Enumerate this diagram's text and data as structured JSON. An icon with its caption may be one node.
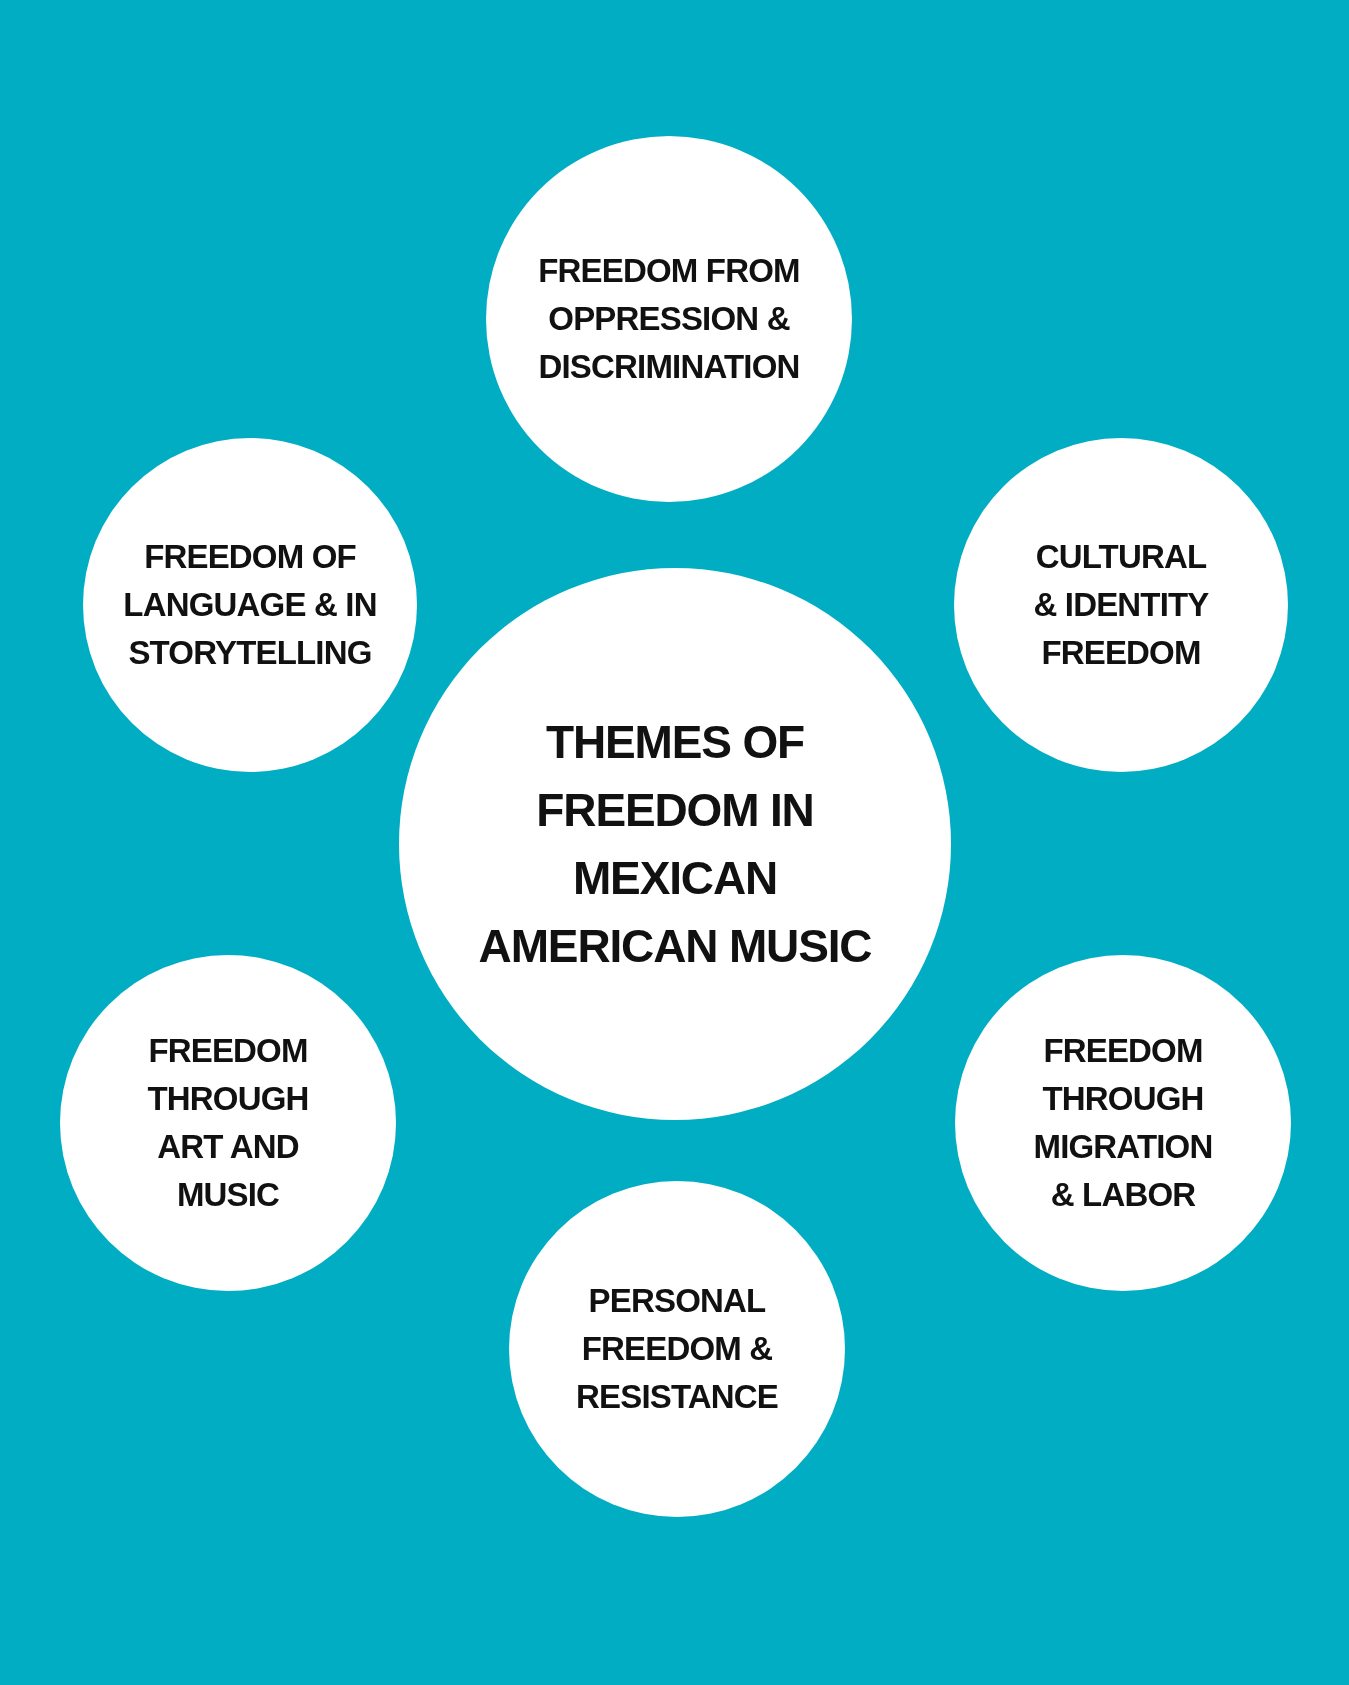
{
  "diagram": {
    "nodes": [
      {
        "text": [
          "FREEDOM FROM OPPRESSION & DISCRIMINATION"
        ]
      },
      {
        "text": [
          "FREEDOM OF LANGUAGE & IN STORYTELLING"
        ]
      },
      {
        "text": [
          "CULTURAL & IDENTITY FREEDOM"
        ]
      },
      {
        "text": [
          "THEMES OF FREEDOM IN MEXICAN AMERICAN MUSIC"
        ]
      },
      {
        "text": [
          "FREEDOM THROUGH ART AND MUSIC"
        ]
      },
      {
        "text": [
          "FREEDOM THROUGH MIGRATION & LABOR"
        ]
      },
      {
        "text": [
          "PERSONAL FREEDOM & RESISTANCE"
        ]
      }
    ]
  }
}
